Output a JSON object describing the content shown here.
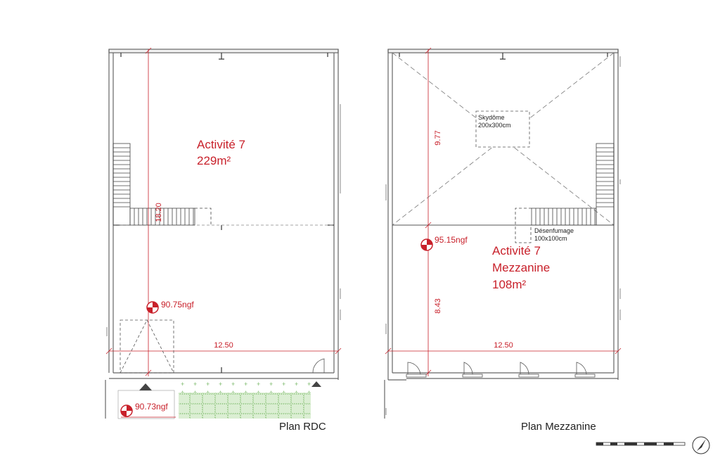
{
  "plans": [
    {
      "caption": "Plan RDC",
      "room_name": "Activité 7",
      "area": "229m²",
      "dim_width": "12.50",
      "dim_depth": "18.20",
      "levels": [
        "90.75ngf",
        "90.73ngf"
      ]
    },
    {
      "caption": "Plan Mezzanine",
      "room_name": "Activité 7",
      "room_sub": "Mezzanine",
      "area": "108m²",
      "dim_width": "12.50",
      "dim_upper": "9.77",
      "dim_lower": "8.43",
      "level": "95.15ngf",
      "skydome_label": "Skydôme",
      "skydome_size": "200x300cm",
      "smoke_label": "Désenfumage",
      "smoke_size": "100x100cm"
    }
  ],
  "colors": {
    "accent": "#c8202a",
    "wall": "#555555",
    "grid_green": "#a9d39a"
  },
  "icons": [
    "level-marker-icon",
    "north-arrow-icon",
    "scale-bar-icon"
  ]
}
